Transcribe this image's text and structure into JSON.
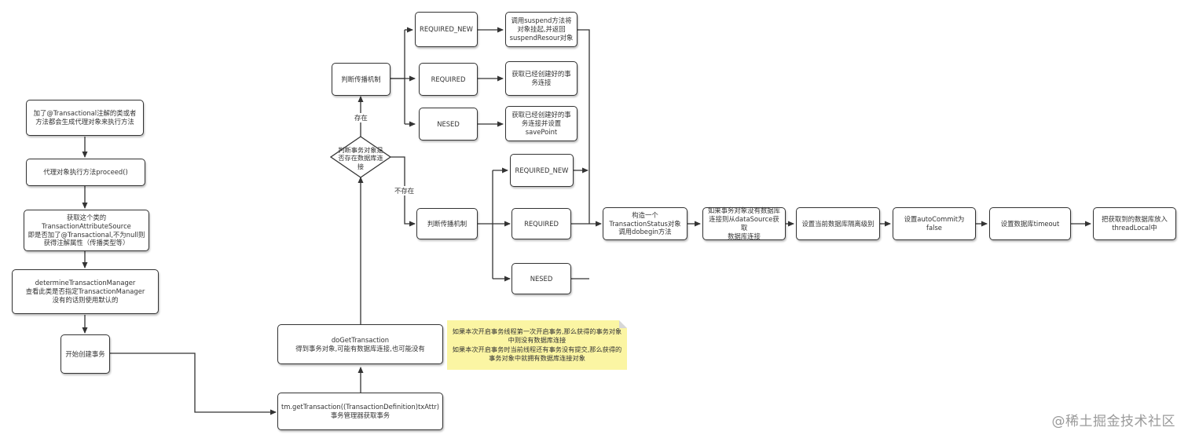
{
  "nodes": {
    "n1": "加了@Transactional注解的类或者\n方法都会生成代理对象来执行方法",
    "n2": "代理对象执行方法proceed()",
    "n3": "获取这个类的\nTransactionAttributeSource\n即是否加了@Transactional,不为null则\n获得注解属性（传播类型等）",
    "n4": "determineTransactionManager\n查看此类是否指定TransactionManager\n没有的话则使用默认的",
    "n5": "开始创建事务",
    "n6": "tm.getTransaction((TransactionDefinition)txAttr)\n事务管理器获取事务",
    "n7": "doGetTransaction\n得到事务对象,可能有数据库连接,也可能没有",
    "decision": "判断事务对象是\n否存在数据库连\n接",
    "prop_top": "判断传播机制",
    "req_new_top": "REQUIRED_NEW",
    "required_top": "REQUIRED",
    "nesed_top": "NESED",
    "suspend": "调用suspend方法将\n对象挂起,并返回\nsuspendResour对象",
    "get_conn": "获取已经创建好的事\n务连接",
    "get_conn_sp": "获取已经创建好的事\n务连接并设置\nsavePoint",
    "prop_mid": "判断传播机制",
    "req_new_mid": "REQUIRED_NEW",
    "required_mid": "REQUIRED",
    "nesed_mid": "NESED",
    "build_status": "构造一个\nTransactionStatus对象\n调用dobegin方法",
    "datasource": "如果事务对象没有数据库\n连接则从dataSource获取\n数据库连接",
    "isolation": "设置当前数据库隔离级别",
    "autocommit": "设置autoCommit为false",
    "timeout": "设置数据库timeout",
    "threadlocal": "把获取到的数据库放入\nthreadLocal中"
  },
  "labels": {
    "exists": "存在",
    "not_exists": "不存在"
  },
  "note": "如果本次开启事务线程第一次开启事务,那么获得的事务对象\n中则没有数据库连接\n如果本次开启事务时当前线程还有事务没有提交,那么获得的\n事务对象中就拥有数据库连接对象",
  "watermark": "@稀土掘金技术社区",
  "colors": {
    "line": "#333333",
    "note": "#fbf5a3",
    "border": "#333333"
  }
}
